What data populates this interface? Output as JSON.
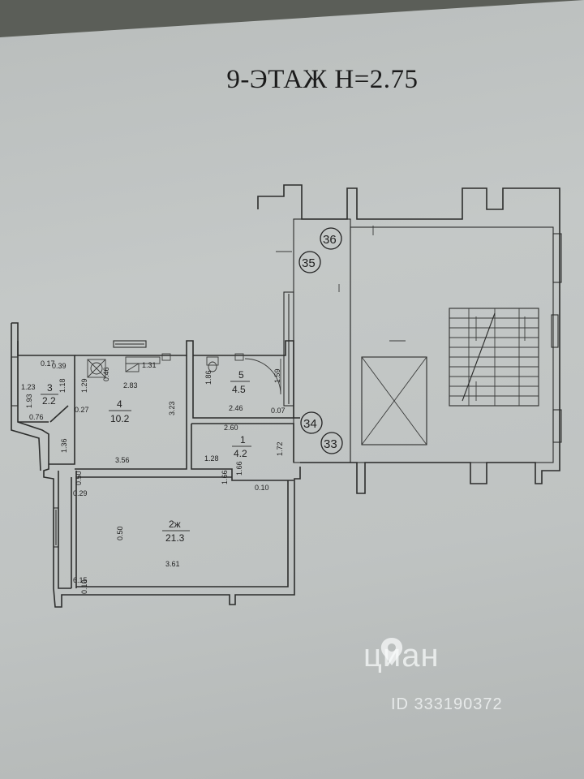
{
  "title": "9-ЭТАЖ  H=2.75",
  "rooms": [
    {
      "id": "room-3",
      "number": "3",
      "area": "2.2"
    },
    {
      "id": "room-4",
      "number": "4",
      "area": "10.2"
    },
    {
      "id": "room-5",
      "number": "5",
      "area": "4.5"
    },
    {
      "id": "room-1",
      "number": "1",
      "area": "4.2"
    },
    {
      "id": "room-2",
      "number": "2ж",
      "area": "21.3"
    }
  ],
  "markers": [
    "36",
    "35",
    "34",
    "33"
  ],
  "dimensions": [
    "0.17",
    "0.39",
    "1.23",
    "1.93",
    "1.18",
    "0.76",
    "0.27",
    "1.29",
    "0.46",
    "1.31",
    "2.83",
    "3.23",
    "1.36",
    "3.56",
    "1.86",
    "1.59",
    "2.46",
    "0.07",
    "2.60",
    "1.72",
    "1.28",
    "0.50",
    "0.29",
    "0.10",
    "1.66",
    "0.50",
    "3.61",
    "6.15",
    "0.10",
    "0.12"
  ],
  "watermark": {
    "brand": "циан",
    "id": "ID 333190372"
  }
}
